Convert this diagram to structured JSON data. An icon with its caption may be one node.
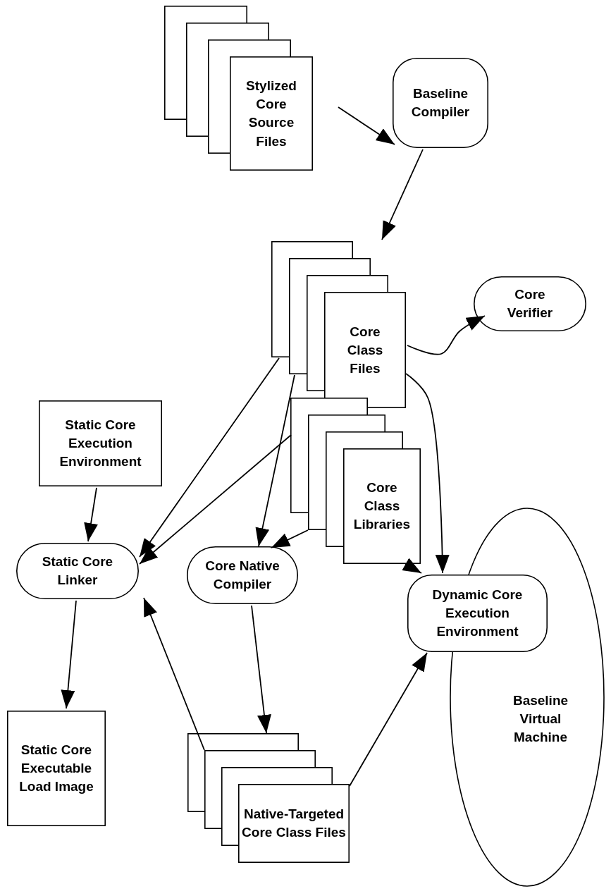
{
  "diagram": {
    "nodes": [
      {
        "text": [
          "Stylized Core Source Files"
        ]
      },
      {
        "text": [
          "Baseline Compiler"
        ]
      },
      {
        "text": [
          "Core Class Files"
        ]
      },
      {
        "text": [
          "Core Verifier"
        ]
      },
      {
        "text": [
          "Static Core Execution Environment"
        ]
      },
      {
        "text": [
          "Core Class Libraries"
        ]
      },
      {
        "text": [
          "Static Core Linker"
        ]
      },
      {
        "text": [
          "Core Native Compiler"
        ]
      },
      {
        "text": [
          "Baseline Virtual Machine"
        ]
      },
      {
        "text": [
          "Dynamic Core Execution Environment"
        ]
      },
      {
        "text": [
          "Static Core Executable Load Image"
        ]
      },
      {
        "text": [
          "Native-Targeted Core Class Files"
        ]
      }
    ],
    "edges": [
      {
        "from": 0,
        "to": 1,
        "arrow": "to"
      },
      {
        "from": 1,
        "to": 2,
        "arrow": "to"
      },
      {
        "from": 2,
        "to": 3,
        "arrow": "to"
      },
      {
        "from": 2,
        "to": 6,
        "arrow": "to"
      },
      {
        "from": 2,
        "to": 7,
        "arrow": "to"
      },
      {
        "from": 2,
        "to": 9,
        "arrow": "to"
      },
      {
        "from": 5,
        "to": 6,
        "arrow": "to"
      },
      {
        "from": 5,
        "to": 7,
        "arrow": "to"
      },
      {
        "from": 5,
        "to": 9,
        "arrow": "to"
      },
      {
        "from": 4,
        "to": 6,
        "arrow": "to"
      },
      {
        "from": 6,
        "to": 10,
        "arrow": "to"
      },
      {
        "from": 11,
        "to": 6,
        "arrow": "to"
      },
      {
        "from": 7,
        "to": 11,
        "arrow": "to"
      },
      {
        "from": 11,
        "to": 9,
        "arrow": "to"
      }
    ]
  }
}
